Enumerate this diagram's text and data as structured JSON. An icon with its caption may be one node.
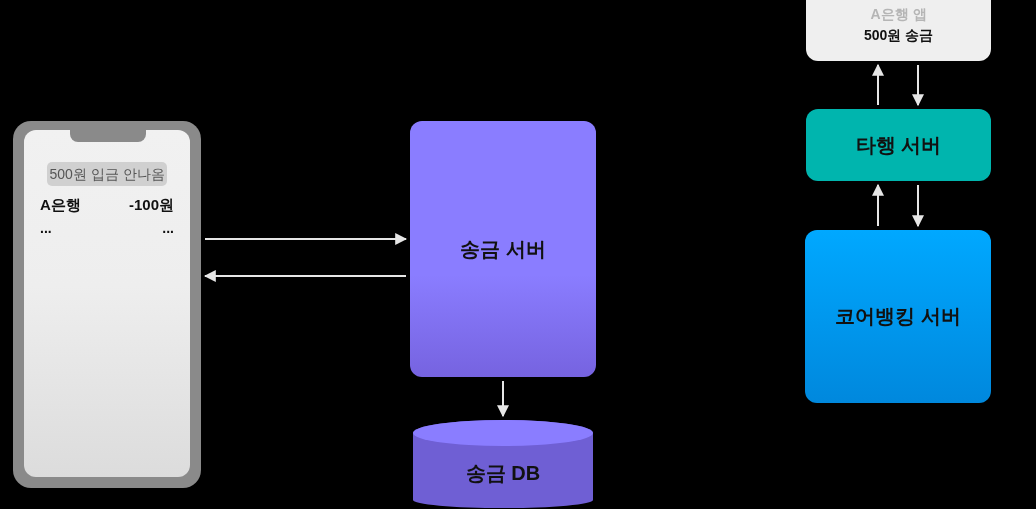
{
  "diagram": {
    "nodes": [
      {
        "text": [
          "A은행",
          "-100원",
          "...",
          "..."
        ]
      },
      {
        "text": [
          "500원 입금 안나옴"
        ],
        "in": 0
      },
      {
        "text": [
          "송금 서버"
        ]
      },
      {
        "text": [
          "송금 DB"
        ]
      },
      {
        "text": [
          "A은행 앱",
          "500원 송금"
        ]
      },
      {
        "text": [
          "타행 서버"
        ]
      },
      {
        "text": [
          "코어뱅킹 서버"
        ]
      }
    ],
    "edges": [
      {
        "from": 0,
        "to": 2,
        "arrow": "to"
      },
      {
        "from": 2,
        "to": 0,
        "arrow": "to"
      },
      {
        "from": 2,
        "to": 3,
        "arrow": "to"
      },
      {
        "from": 5,
        "to": 4,
        "arrow": "to"
      },
      {
        "from": 4,
        "to": 5,
        "arrow": "to"
      },
      {
        "from": 6,
        "to": 5,
        "arrow": "to"
      },
      {
        "from": 5,
        "to": 6,
        "arrow": "to"
      }
    ]
  }
}
